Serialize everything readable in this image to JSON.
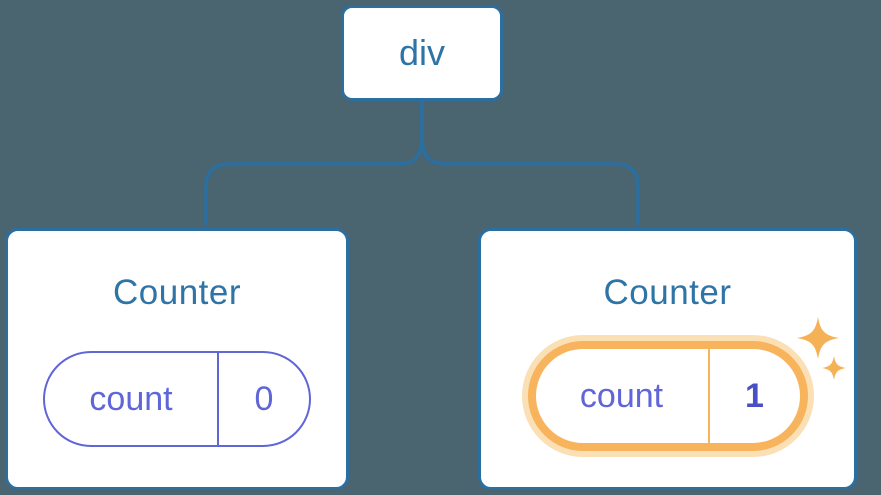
{
  "diagram": {
    "description": "React component tree diagram: a div root element with two Counter children; each Counter holds a count state pill. The second Counter's state was just updated to 1 (highlighted with orange glow and sparkles).",
    "root_node": {
      "label": "div"
    },
    "nodes": [
      {
        "title": "Counter",
        "state_pill": {
          "key": "count",
          "value": "0"
        },
        "highlighted": false
      },
      {
        "title": "Counter",
        "state_pill": {
          "key": "count",
          "value": "1"
        },
        "highlighted": true
      }
    ],
    "colors": {
      "background": "#4A6470",
      "node_border": "#2B6FA0",
      "node_text": "#2E74A6",
      "connector": "#2B6FA0",
      "pill_purple": "#6065D8",
      "pill_value_bold": "#4950C5",
      "highlight_orange": "#F7B45C",
      "highlight_glow": "#FBE0B6",
      "sparkle": "#F5B156"
    }
  }
}
